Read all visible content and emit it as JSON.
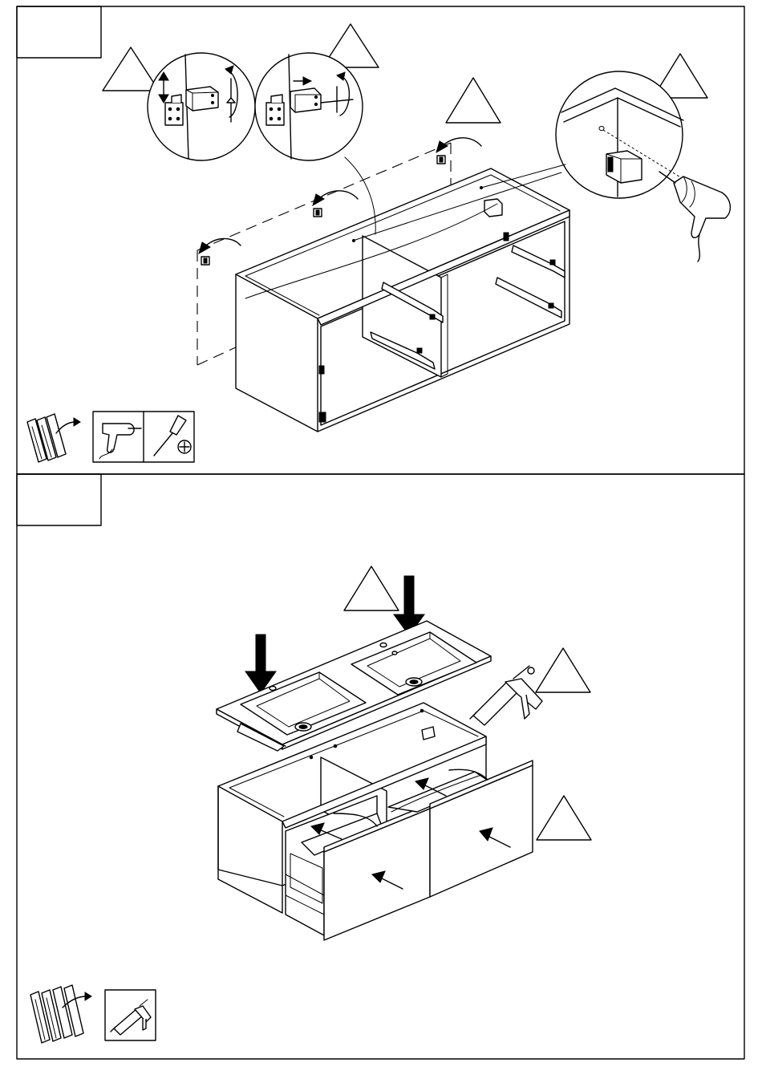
{
  "document": {
    "page": "assembly-instructions",
    "steps": [
      {
        "number_label": "",
        "warnings": 4,
        "tools": [
          "drill-icon",
          "screwdriver-icon"
        ]
      },
      {
        "number_label": "",
        "warnings": 3,
        "tools": [
          "silicone-gun-icon"
        ]
      }
    ],
    "colors": {
      "ink": "#000000",
      "paper": "#ffffff"
    }
  }
}
